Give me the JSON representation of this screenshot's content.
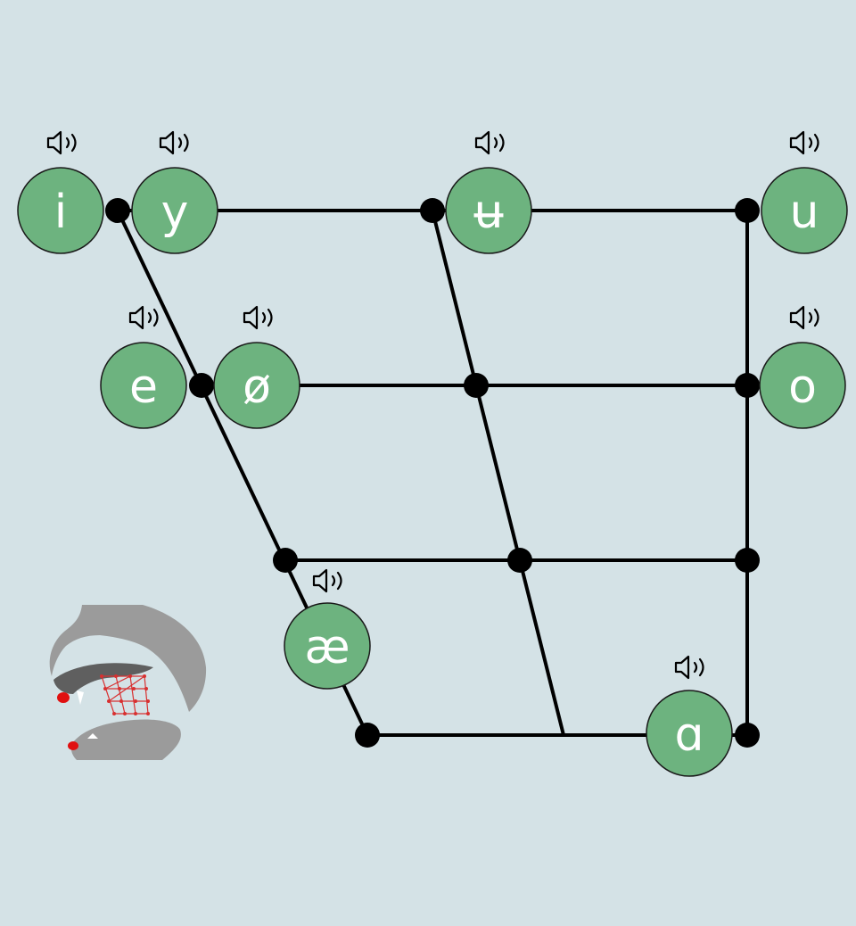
{
  "colors": {
    "background": "#d4e2e6",
    "vowel_fill": "#6db37f",
    "vowel_text": "#ffffff",
    "grid": "#000000",
    "head_gray": "#9b9b9b",
    "tongue_dark": "#5f5f5f",
    "lip_red": "#e01010",
    "grid_red": "#d83030"
  },
  "vowels": [
    {
      "id": "i",
      "symbol": "i",
      "audio_icon": "speaker-icon"
    },
    {
      "id": "y",
      "symbol": "y",
      "audio_icon": "speaker-icon"
    },
    {
      "id": "barred-u",
      "symbol": "ʉ",
      "audio_icon": "speaker-icon"
    },
    {
      "id": "u",
      "symbol": "u",
      "audio_icon": "speaker-icon"
    },
    {
      "id": "e",
      "symbol": "e",
      "audio_icon": "speaker-icon"
    },
    {
      "id": "slashed-o",
      "symbol": "ø",
      "audio_icon": "speaker-icon"
    },
    {
      "id": "o",
      "symbol": "o",
      "audio_icon": "speaker-icon"
    },
    {
      "id": "ae",
      "symbol": "æ",
      "audio_icon": "speaker-icon"
    },
    {
      "id": "script-a",
      "symbol": "ɑ",
      "audio_icon": "speaker-icon"
    }
  ],
  "decoration": {
    "head_diagram_icon": "vocal-tract-icon"
  }
}
